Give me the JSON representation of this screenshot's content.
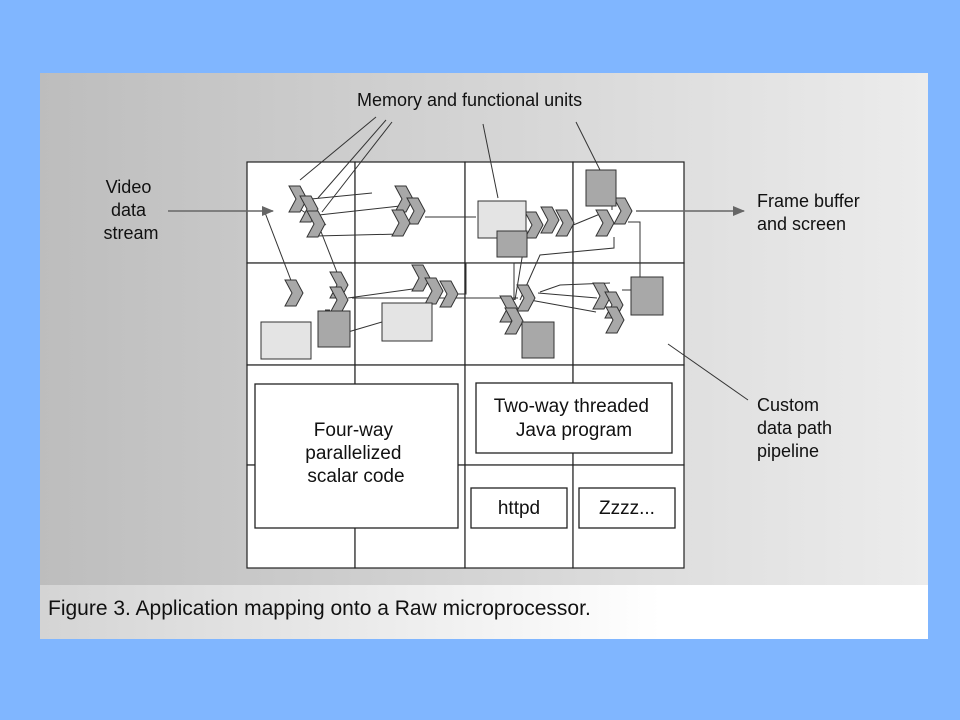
{
  "labels": {
    "memory_units": "Memory and functional units",
    "video_stream": [
      "Video",
      "data",
      "stream"
    ],
    "frame_buffer": [
      "Frame buffer",
      "and screen"
    ],
    "custom_pipeline": [
      "Custom",
      "data path",
      "pipeline"
    ]
  },
  "boxes": {
    "four_way": [
      "Four-way",
      "parallelized",
      "scalar code"
    ],
    "two_way": [
      "Two-way threaded",
      "Java program"
    ],
    "httpd": "httpd",
    "zzzz": "Zzzz..."
  },
  "caption": "Figure 3. Application mapping onto a Raw microprocessor.",
  "colors": {
    "background": "#80b6ff",
    "unit_fill": "#a8a8a8",
    "memory_fill": "#e4e4e4"
  }
}
